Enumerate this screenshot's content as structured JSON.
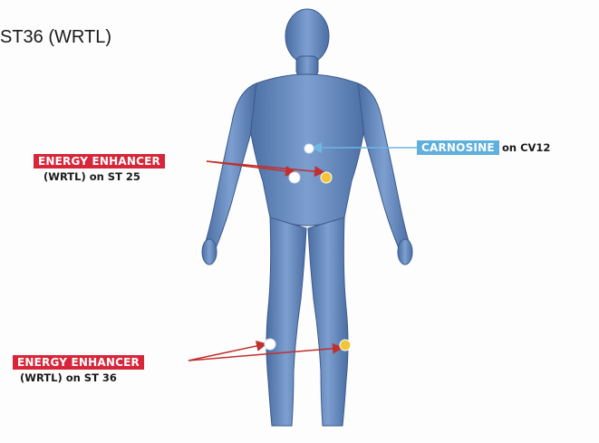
{
  "title": "ST36 (WRTL)",
  "labels": {
    "upper_left": {
      "box": "ENERGY ENHANCER",
      "sub": "(WRTL) on ST 25"
    },
    "upper_right": {
      "box": "CARNOSINE",
      "sub": "on CV12"
    },
    "lower_left": {
      "box": "ENERGY ENHANCER",
      "sub": "(WRTL) on ST 36"
    }
  },
  "colors": {
    "energy_enhancer_label": "#d7263a",
    "carnosine_label": "#5fb0dd",
    "body": "#6d8fc0",
    "arrow_red": "#c0302e",
    "arrow_blue": "#6fb6e0",
    "point_white": "#ffffff",
    "point_yellow": "#f3c63a"
  }
}
